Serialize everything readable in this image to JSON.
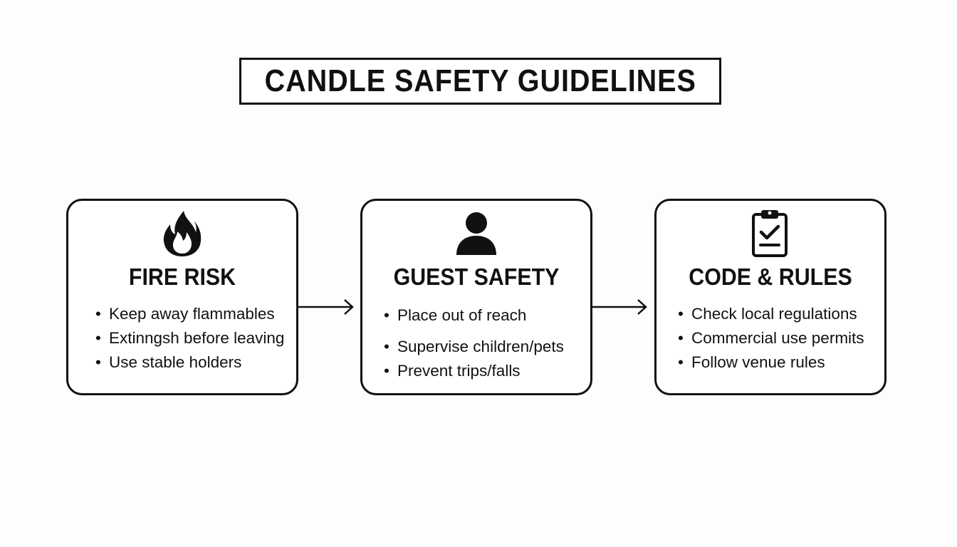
{
  "title": "CANDLE SAFETY GUIDELINES",
  "cards": [
    {
      "icon": "flame-icon",
      "title": "FIRE RISK",
      "bullets": [
        "Keep away flammables",
        "Extinngsh before leaving",
        "Use stable holders"
      ]
    },
    {
      "icon": "person-icon",
      "title": "GUEST SAFETY",
      "bullets": [
        "Place out of reach",
        "Supervise children/pets",
        "Prevent trips/falls"
      ]
    },
    {
      "icon": "clipboard-check-icon",
      "title": "CODE & RULES",
      "bullets": [
        "Check local regulations",
        "Commercial use permits",
        "Follow venue rules"
      ]
    }
  ],
  "colors": {
    "ink": "#111111",
    "background": "#fdfdfd",
    "card_fill": "#ffffff"
  }
}
